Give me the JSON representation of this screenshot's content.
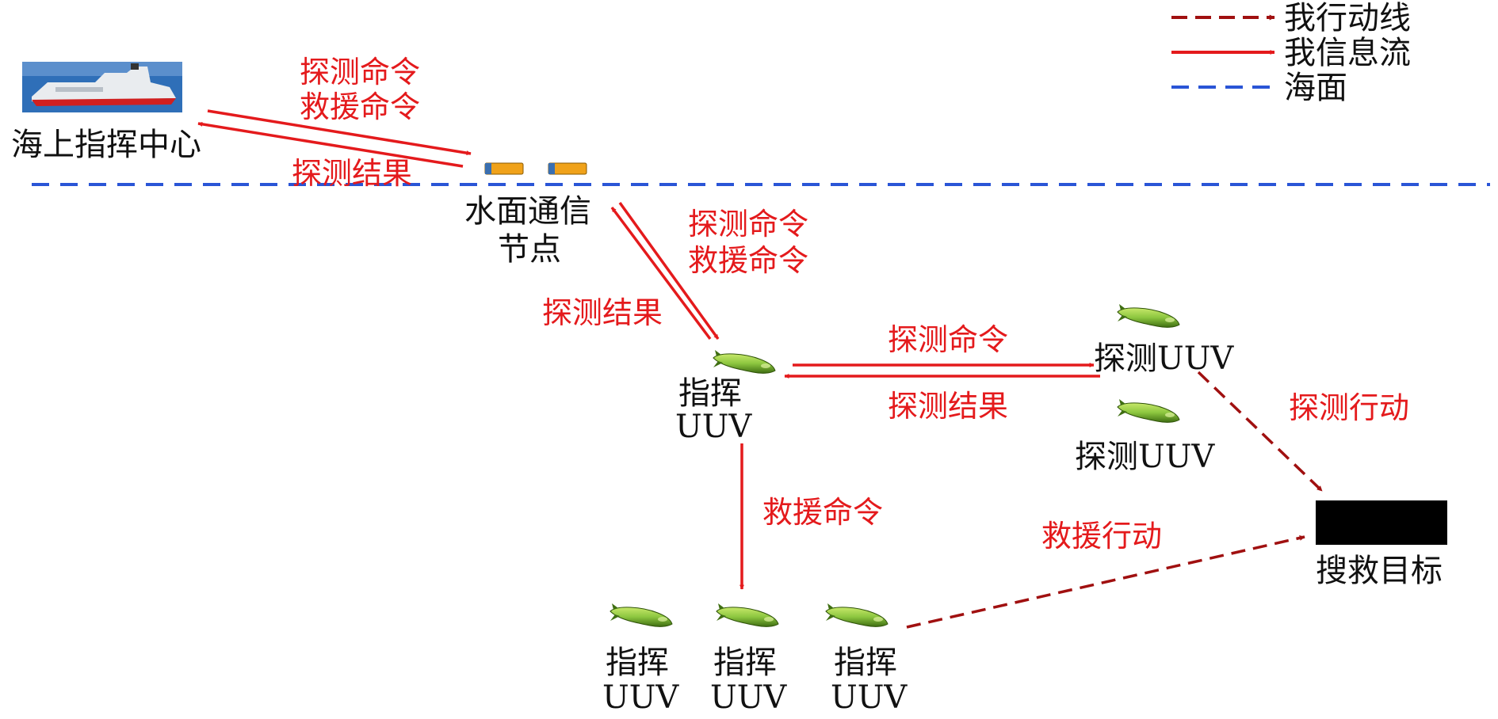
{
  "colors": {
    "info_flow": "#e41a1c",
    "action_line": "#a01010",
    "sea_surface": "#2a55d6",
    "uuv_body": "#8cc63f",
    "uuv_dark": "#3f6e12",
    "buoy": "#f0a21a",
    "target": "#000000"
  },
  "legend": {
    "action": "我行动线",
    "info": "我信息流",
    "sea": "海面"
  },
  "nodes": {
    "command_center": "海上指挥中心",
    "surface_node_line1": "水面通信",
    "surface_node_line2": "节点",
    "command_uuv_line1": "指挥",
    "command_uuv_line2": "UUV",
    "detect_uuv_1": "探测UUV",
    "detect_uuv_2": "探测UUV",
    "rescue_uuv_1_line1": "指挥",
    "rescue_uuv_1_line2": "UUV",
    "rescue_uuv_2_line1": "指挥",
    "rescue_uuv_2_line2": "UUV",
    "rescue_uuv_3_line1": "指挥",
    "rescue_uuv_3_line2": "UUV",
    "target": "搜救目标"
  },
  "flows": {
    "center_down_1": "探测命令",
    "center_down_2": "救援命令",
    "center_up": "探测结果",
    "node_down_1": "探测命令",
    "node_down_2": "救援命令",
    "node_up": "探测结果",
    "detect_cmd": "探测命令",
    "detect_result": "探测结果",
    "rescue_cmd": "救援命令",
    "detect_action": "探测行动",
    "rescue_action": "救援行动"
  },
  "icons": {
    "ship": "warship-icon",
    "buoy": "buoy-icon",
    "uuv": "uuv-icon"
  }
}
